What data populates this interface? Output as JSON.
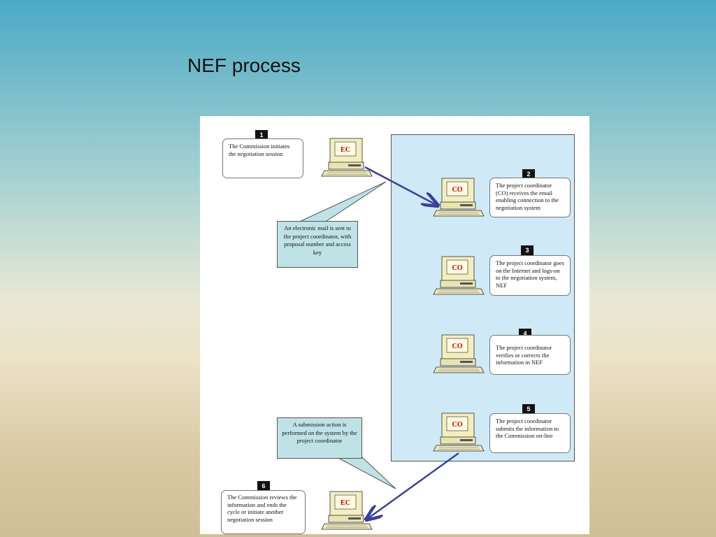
{
  "title": "NEF process",
  "steps": [
    {
      "num": "1",
      "text": "The Commission initiates the negotiation session"
    },
    {
      "num": "2",
      "text": "The project coordinator (CO) receives the email enabling connection to the negotiation system"
    },
    {
      "num": "3",
      "text": "The project coordinator goes on the Internet and logs-on to the negotiation system, NEF"
    },
    {
      "num": "4",
      "text": "The project coordinator verifies or corrects the information in NEF"
    },
    {
      "num": "5",
      "text": "The project coordinator submits the information to the Commission on-line"
    },
    {
      "num": "6",
      "text": "The Commission reviews the information and ends the cycle or initiate another negotiation session"
    }
  ],
  "callouts": {
    "email": "An electronic mail is sent to the project coordinator, with proposal number  and access key",
    "submission": "A submission action is performed on the system by the project coordinator"
  },
  "computers": {
    "ec": "EC",
    "co": "CO"
  },
  "colors": {
    "arrow": "#3a3f9e",
    "blue_region": "#cfe9f7",
    "callout": "#bfe2e6",
    "screen_label": "#cc0000"
  }
}
